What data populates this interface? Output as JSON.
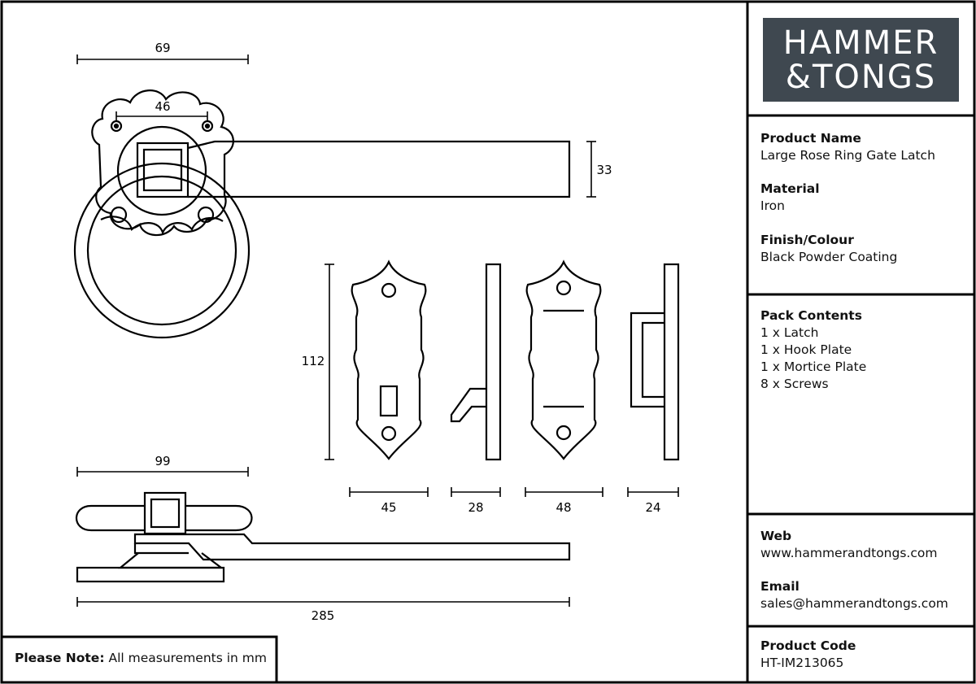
{
  "brand": {
    "line1": "HAMMER",
    "line2": "&TONGS"
  },
  "product": {
    "name_label": "Product Name",
    "name": "Large Rose Ring Gate Latch",
    "material_label": "Material",
    "material": "Iron",
    "finish_label": "Finish/Colour",
    "finish": "Black Powder Coating"
  },
  "pack": {
    "label": "Pack Contents",
    "items": [
      "1 x Latch",
      "1 x Hook Plate",
      "1 x Mortice Plate",
      "8 x Screws"
    ]
  },
  "contact": {
    "web_label": "Web",
    "web": "www.hammerandtongs.com",
    "email_label": "Email",
    "email": "sales@hammerandtongs.com"
  },
  "code": {
    "label": "Product Code",
    "value": "HT-IM213065"
  },
  "note": {
    "label": "Please Note:",
    "text": "All measurements in mm"
  },
  "dimensions": {
    "rose_width": "69",
    "hole_spacing": "46",
    "bar_height": "33",
    "plate_height": "112",
    "hook_plate_width": "45",
    "hook_depth": "28",
    "mortice_width": "48",
    "mortice_depth": "24",
    "side_width": "99",
    "overall_length": "285"
  }
}
